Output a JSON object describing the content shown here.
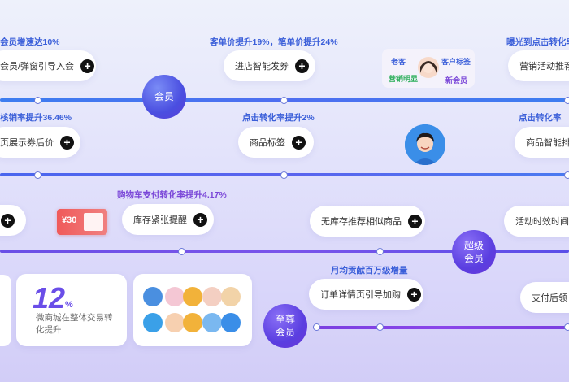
{
  "nodes": {
    "member": "会员",
    "super_member": "超级 会员",
    "supreme_member": "至尊 会员"
  },
  "metrics": {
    "m1": "会员增速达10%",
    "m2": "客单价提升19%，笔单价提升24%",
    "m3": "曝光到点击转化率",
    "m4": "核销率提升36.46%",
    "m5": "点击转化率提升2%",
    "m6": "点击转化率",
    "m7": "购物车支付转化率提升4.17%",
    "m8": "月均贡献百万级增量"
  },
  "pills": {
    "p1": "会员/弹窗引导入会",
    "p2": "进店智能发券",
    "p3": "营销活动推荐",
    "p4": "页展示券后价",
    "p5": "商品标签",
    "p6": "商品智能排",
    "p7": "库存紧张提醒",
    "p8": "无库存推荐相似商品",
    "p9": "活动时效时间",
    "p10": "订单详情页引导加购",
    "p11": "支付后领"
  },
  "tags": {
    "old_customer": "老客",
    "customer_tag": "客户标签",
    "marketing": "营销明显",
    "new_member": "新会员"
  },
  "coupon": {
    "value": "¥30"
  },
  "stat": {
    "number": "12",
    "unit": "%",
    "desc": "微商城在整体交易转化提升"
  },
  "colors": {
    "blue_line": "#3d7df0",
    "purple_line": "#7a46d8",
    "accent": "#6a4ee8",
    "tag_green": "#2bae5a",
    "tag_blue": "#3b5fd9",
    "tag_purple": "#7a46d8"
  }
}
